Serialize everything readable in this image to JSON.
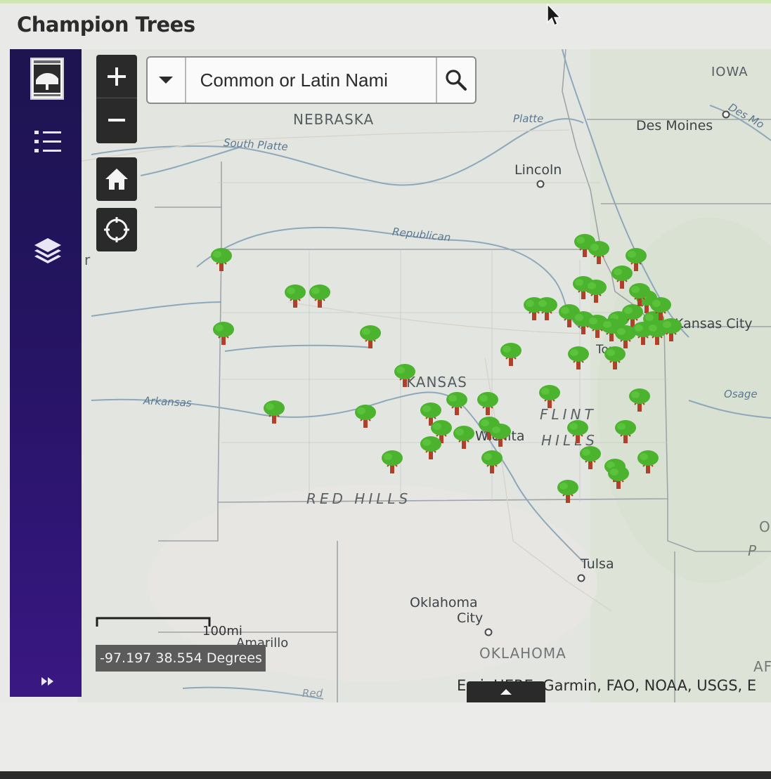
{
  "app": {
    "title": "Champion Trees"
  },
  "search": {
    "placeholder": "Common or Latin Nami"
  },
  "coordinates": "-97.197 38.554 Degrees",
  "scale": {
    "label": "100mi"
  },
  "attribution": "Esri, HERE, Garmin, FAO, NOAA, USGS, E",
  "map_labels": {
    "states": [
      "NEBRASKA",
      "KANSAS",
      "OKLAHOMA",
      "IOWA"
    ],
    "cities": [
      "Lincoln",
      "Des Moines",
      "Kansas City",
      "Wichita",
      "Tulsa",
      "Oklahoma City",
      "Amarillo",
      "Topeka"
    ],
    "rivers": [
      "South Platte",
      "Platte",
      "Republican",
      "Arkansas",
      "Osage",
      "Red",
      "Des Moines"
    ],
    "regions": [
      "FLINT HILLS",
      "RED HILLS"
    ]
  },
  "labels": {
    "nebraska": "NEBRASKA",
    "kansas": "KANSAS",
    "oklahoma": "OKLAHOMA",
    "iowa": "IOWA",
    "lincoln": "Lincoln",
    "des_moines": "Des Moines",
    "kansas_city": "Kansas City",
    "wichita": "Wichita",
    "tulsa": "Tulsa",
    "oklahoma_city_1": "Oklahoma",
    "oklahoma_city_2": "City",
    "amarillo": "Amarillo",
    "topeka": "Top",
    "south_platte": "South Platte",
    "platte": "Platte",
    "republican": "Republican",
    "arkansas": "Arkansas",
    "osage": "Osage",
    "red": "Red",
    "des_moines_river": "Des Mo",
    "flint": "FLINT",
    "hills": "HILLS",
    "red_hills": "RED HILLS",
    "edge_r": "r",
    "edge_p": "P",
    "edge_o": "O",
    "edge_a": "AF"
  },
  "champion_tree_count": 52,
  "colors": {
    "sidebar": "#241460",
    "tree_canopy": "#4bb32e",
    "tree_trunk": "#b0402a",
    "controls": "#2a2a2a"
  },
  "icons": {
    "sidebar": [
      "logo-icon",
      "list-icon",
      "layers-icon",
      "expand-icon"
    ],
    "controls": [
      "zoom-in-icon",
      "zoom-out-icon",
      "home-icon",
      "locate-icon",
      "search-icon",
      "chevron-down-icon"
    ]
  }
}
